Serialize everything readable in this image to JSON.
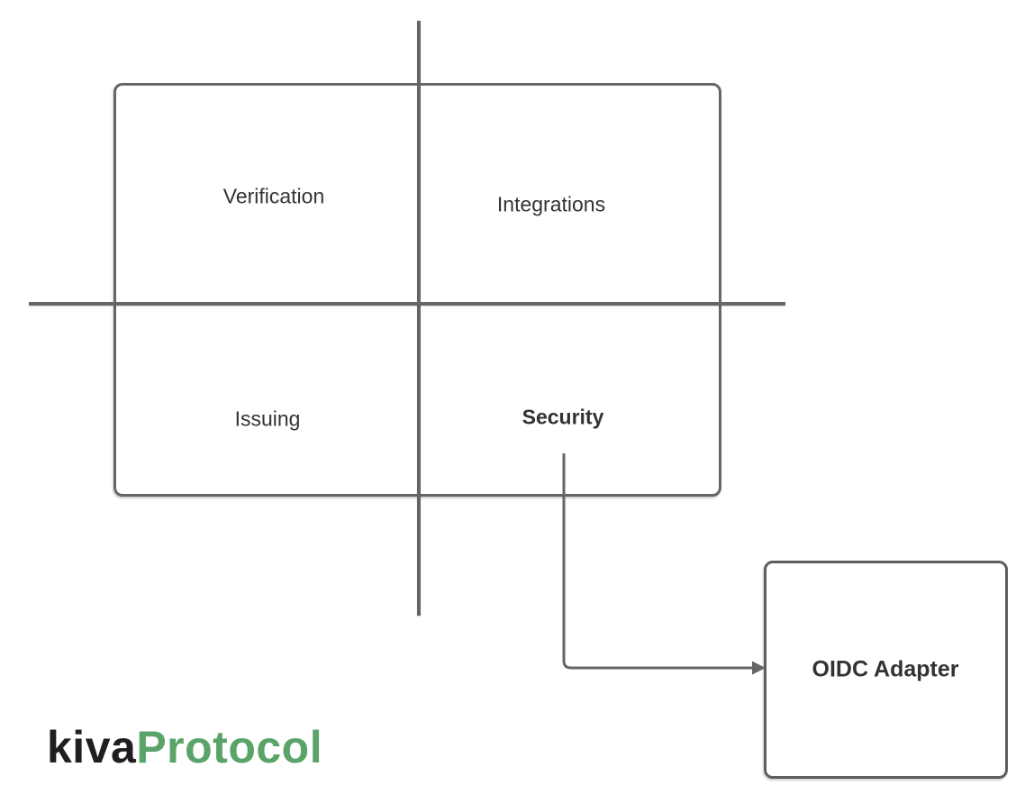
{
  "diagram": {
    "quadrant_box": {
      "top_left_label": "Verification",
      "top_right_label": "Integrations",
      "bottom_left_label": "Issuing",
      "bottom_right_label": "Security"
    },
    "adapter_box": {
      "label": "OIDC Adapter"
    }
  },
  "logo": {
    "kiva": "kiva",
    "protocol": "Protocol"
  },
  "colors": {
    "background": "#ffffff",
    "shape_stroke": "#666666",
    "diagram_text": "#333333",
    "logo_kiva": "#1f1f1f",
    "logo_protocol": "#5aa369"
  }
}
